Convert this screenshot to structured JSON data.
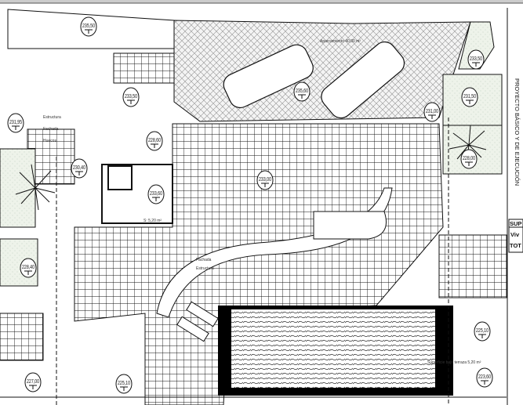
{
  "plan": {
    "parking_label": "Aparcamiento 40,00 m²",
    "structure_label": "Estructura",
    "facade_label": "Fachada",
    "openings_label": "Huecos",
    "room_area_label": "S: 5,20 m²",
    "pool_note": "Superficie bajo terraza 5,20 m²",
    "sidebar_vertical_text": "PROYECTO BÁSICO Y DE EJECUCIÓN",
    "table": {
      "header": "SUP",
      "rows": [
        "Viv",
        "TOT"
      ]
    },
    "elevations": [
      {
        "id": "top-left",
        "value": "235,50"
      },
      {
        "id": "top-right-garden",
        "value": "233,50"
      },
      {
        "id": "upper-patio",
        "value": "233,50"
      },
      {
        "id": "parking",
        "value": "235,60"
      },
      {
        "id": "right-garden",
        "value": "231,50"
      },
      {
        "id": "left-stair",
        "value": "231,95"
      },
      {
        "id": "parking-corner",
        "value": "231,00"
      },
      {
        "id": "landing",
        "value": "228,60"
      },
      {
        "id": "palm-garden",
        "value": "228,00"
      },
      {
        "id": "left-room",
        "value": "230,40"
      },
      {
        "id": "lobby",
        "value": "233,60"
      },
      {
        "id": "terrace",
        "value": "233,00"
      },
      {
        "id": "left-garden",
        "value": "228,40"
      },
      {
        "id": "lower-left",
        "value": "227,00"
      },
      {
        "id": "right-lower",
        "value": "225,10"
      },
      {
        "id": "bottom",
        "value": "225,10"
      },
      {
        "id": "bottom-right",
        "value": "223,60"
      }
    ]
  },
  "colors": {
    "line": "#111111",
    "garden": "#eef3ea",
    "background": "#ffffff",
    "pool_edge": "#000000"
  }
}
